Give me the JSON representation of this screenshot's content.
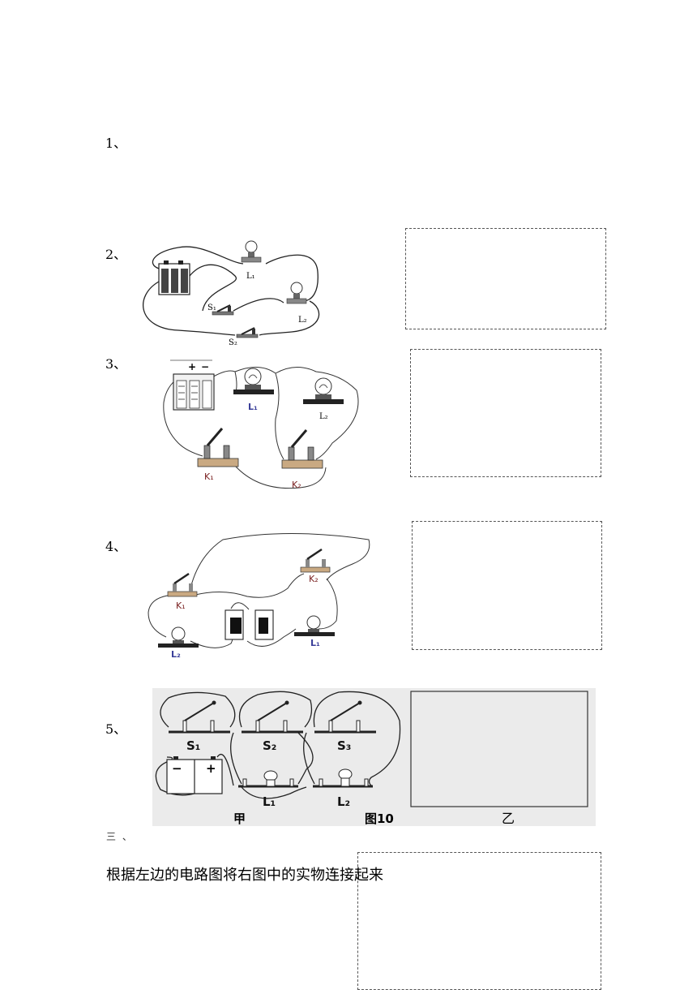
{
  "questions": {
    "q1": "1、",
    "q2": "2、",
    "q3": "3、",
    "q4": "4、",
    "q5": "5、"
  },
  "circuit2": {
    "L1": "L₁",
    "L2": "L₂",
    "S1": "S₁",
    "S2": "S₂"
  },
  "circuit3": {
    "plus": "+",
    "minus": "−",
    "L1": "L₁",
    "L2": "L₂",
    "K1": "K₁",
    "K2": "K₂"
  },
  "circuit4": {
    "K1": "K₁",
    "K2": "K₂",
    "L1": "L₁",
    "L2": "L₂"
  },
  "circuit5": {
    "S1": "S₁",
    "S2": "S₂",
    "S3": "S₃",
    "L1": "L₁",
    "L2": "L₂",
    "minus": "−",
    "plus": "+",
    "caption_left": "甲",
    "caption_mid": "图10",
    "caption_right": "乙"
  },
  "section3": {
    "heading": "三 、",
    "instruction": "根据左边的电路图将右图中的实物连接起来"
  }
}
